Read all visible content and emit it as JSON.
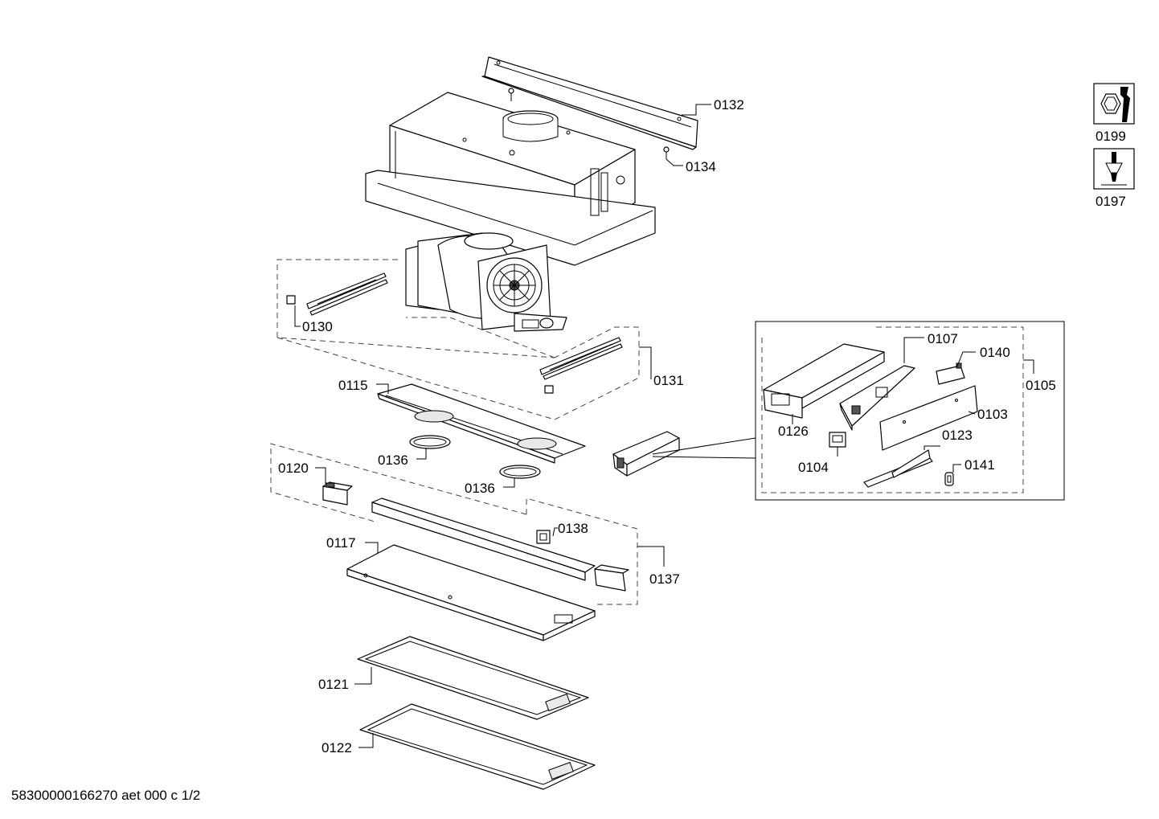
{
  "labels": {
    "p0132": "0132",
    "p0134": "0134",
    "p0130": "0130",
    "p0131": "0131",
    "p0115": "0115",
    "p0136a": "0136",
    "p0136b": "0136",
    "p0120": "0120",
    "p0138": "0138",
    "p0117": "0117",
    "p0137": "0137",
    "p0121": "0121",
    "p0122": "0122",
    "p0107": "0107",
    "p0140": "0140",
    "p0105": "0105",
    "p0103": "0103",
    "p0126": "0126",
    "p0123": "0123",
    "p0104": "0104",
    "p0141": "0141",
    "p0199": "0199",
    "p0197": "0197"
  },
  "footer": "58300000166270 aet 000 c 1/2",
  "icons": {
    "tool_icon_0199": "wrench-nut-icon",
    "tool_icon_0197": "screwdriver-icon"
  }
}
